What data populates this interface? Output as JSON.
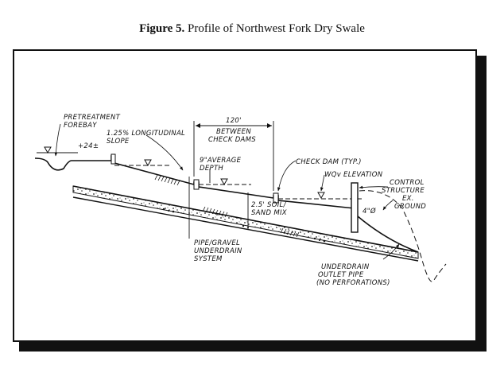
{
  "figure": {
    "number": "Figure 5.",
    "title": "Profile of Northwest Fork Dry Swale"
  },
  "labels": {
    "pretreatment_1": "PRETREATMENT",
    "pretreatment_2": "FOREBAY",
    "plus24": "+24±",
    "slope_1": "1.25% LONGITUDINAL",
    "slope_2": "SLOPE",
    "dist_120": "120'",
    "between_1": "BETWEEN",
    "between_2": "CHECK DAMS",
    "depth_1": "9\"AVERAGE",
    "depth_2": "DEPTH",
    "check_dam": "CHECK DAM (TYP.)",
    "wqv": "WQv ELEVATION",
    "control_1": "CONTROL",
    "control_2": "STRUCTURE",
    "soil_1": "2.5' SOIL/",
    "soil_2": "SAND MIX",
    "ex_1": "EX.",
    "ex_2": "GROUND",
    "pipe_size": "4\"Ø",
    "pipe_1": "PIPE/GRAVEL",
    "pipe_2": "UNDERDRAIN",
    "pipe_3": "SYSTEM",
    "outlet_1": "UNDERDRAIN",
    "outlet_2": "OUTLET PIPE",
    "outlet_3": "(NO PERFORATIONS)"
  }
}
